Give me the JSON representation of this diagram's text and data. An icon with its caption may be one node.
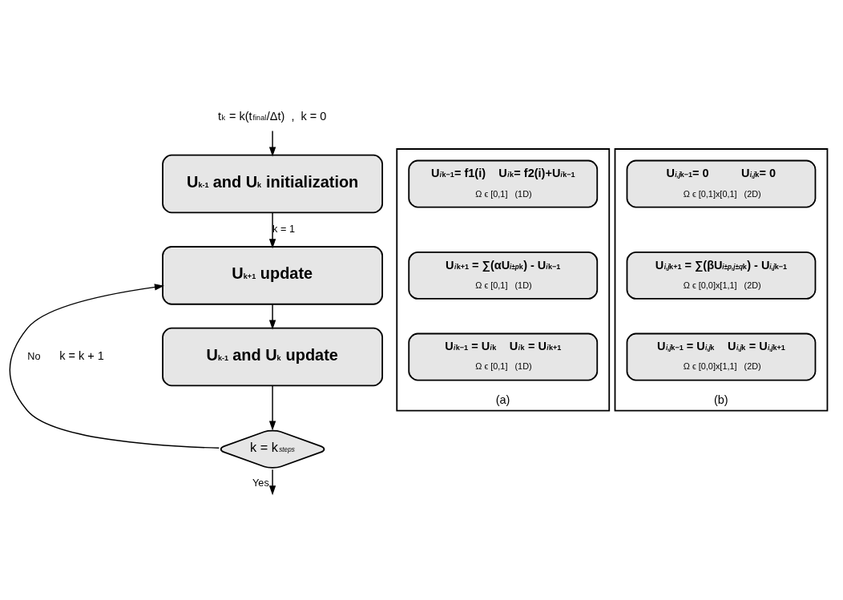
{
  "diagram": {
    "nodes": [
      {
        "text": [
          "t$^{k}$ = k(t$^{final}$/Δt)  ,  k = 0"
        ]
      },
      {
        "text": [
          "U$^{k-1}$ and U$^{k}$ initialization"
        ]
      },
      {
        "text": [
          "U$^{k+1}$ update"
        ]
      },
      {
        "text": [
          "U$^{k-1}$ and U$^{k}$ update"
        ]
      },
      {
        "text": [
          "k = k$_{steps}$"
        ]
      },
      {
        "text": [
          "(a)"
        ]
      },
      {
        "text": [
          "U$_{i}$$^{k−1}$= f1(i)    U$_{i}$$^{k}$= f2(i)+U$_{i}$$^{k−1}$",
          "Ω ϵ [0,1]   (1D)"
        ],
        "in": 5
      },
      {
        "text": [
          "U$_{i}$$^{k+1}$ = ∑(αU$_{i±p}$$^{k}$) - U$_{i}$$^{k−1}$",
          "Ω ϵ [0,1]   (1D)"
        ],
        "in": 5
      },
      {
        "text": [
          "U$_{i}$$^{k−1}$ = U$_{i}$$^{k}$    U$_{i}$$^{k}$ = U$_{i}$$^{k+1}$",
          "Ω ϵ [0,1]   (1D)"
        ],
        "in": 5
      },
      {
        "text": [
          "(b)"
        ]
      },
      {
        "text": [
          "U$_{i,j}$$^{k−1}$= 0          U$_{i,j}$$^{k}$= 0",
          "Ω ϵ [0,1]x[0,1]   (2D)"
        ],
        "in": 9
      },
      {
        "text": [
          "U$_{i,j}$$^{k+1}$ = ∑(βU$_{i±p,j±q}$$^{k}$) - U$_{i,j}$$^{k−1}$",
          "Ω ϵ [0,0]x[1,1]   (2D)"
        ],
        "in": 9
      },
      {
        "text": [
          "U$_{i,j}$$^{k−1}$ = U$_{i,j}$$^{k}$    U$_{i,j}$$^{k}$ = U$_{i,j}$$^{k+1}$",
          "Ω ϵ [0,0]x[1,1]   (2D)"
        ],
        "in": 9
      }
    ],
    "edges": [
      {
        "from": 0,
        "to": 1,
        "arrow": "to"
      },
      {
        "from": 1,
        "to": 2,
        "arrow": "to",
        "label": "k = 1"
      },
      {
        "from": 2,
        "to": 3,
        "arrow": "to"
      },
      {
        "from": 3,
        "to": 4,
        "arrow": "to"
      },
      {
        "from": 4,
        "to": 2,
        "arrow": "to",
        "label": "No"
      },
      {
        "from": 4,
        "to": null,
        "arrow": "to",
        "label": "Yes"
      }
    ],
    "labels": [
      "k = k + 1"
    ]
  }
}
